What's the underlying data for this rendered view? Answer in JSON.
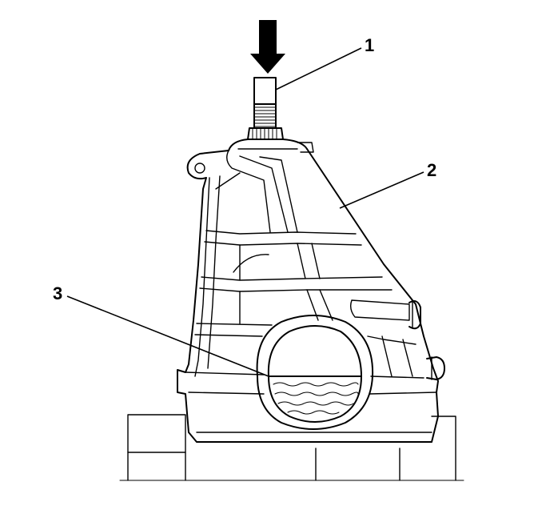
{
  "callouts": [
    {
      "id": "1",
      "label": "1"
    },
    {
      "id": "2",
      "label": "2"
    },
    {
      "id": "3",
      "label": "3"
    }
  ],
  "icons": {
    "press_arrow": "down-arrow-icon"
  },
  "colors": {
    "line": "#000000",
    "background": "#ffffff"
  }
}
